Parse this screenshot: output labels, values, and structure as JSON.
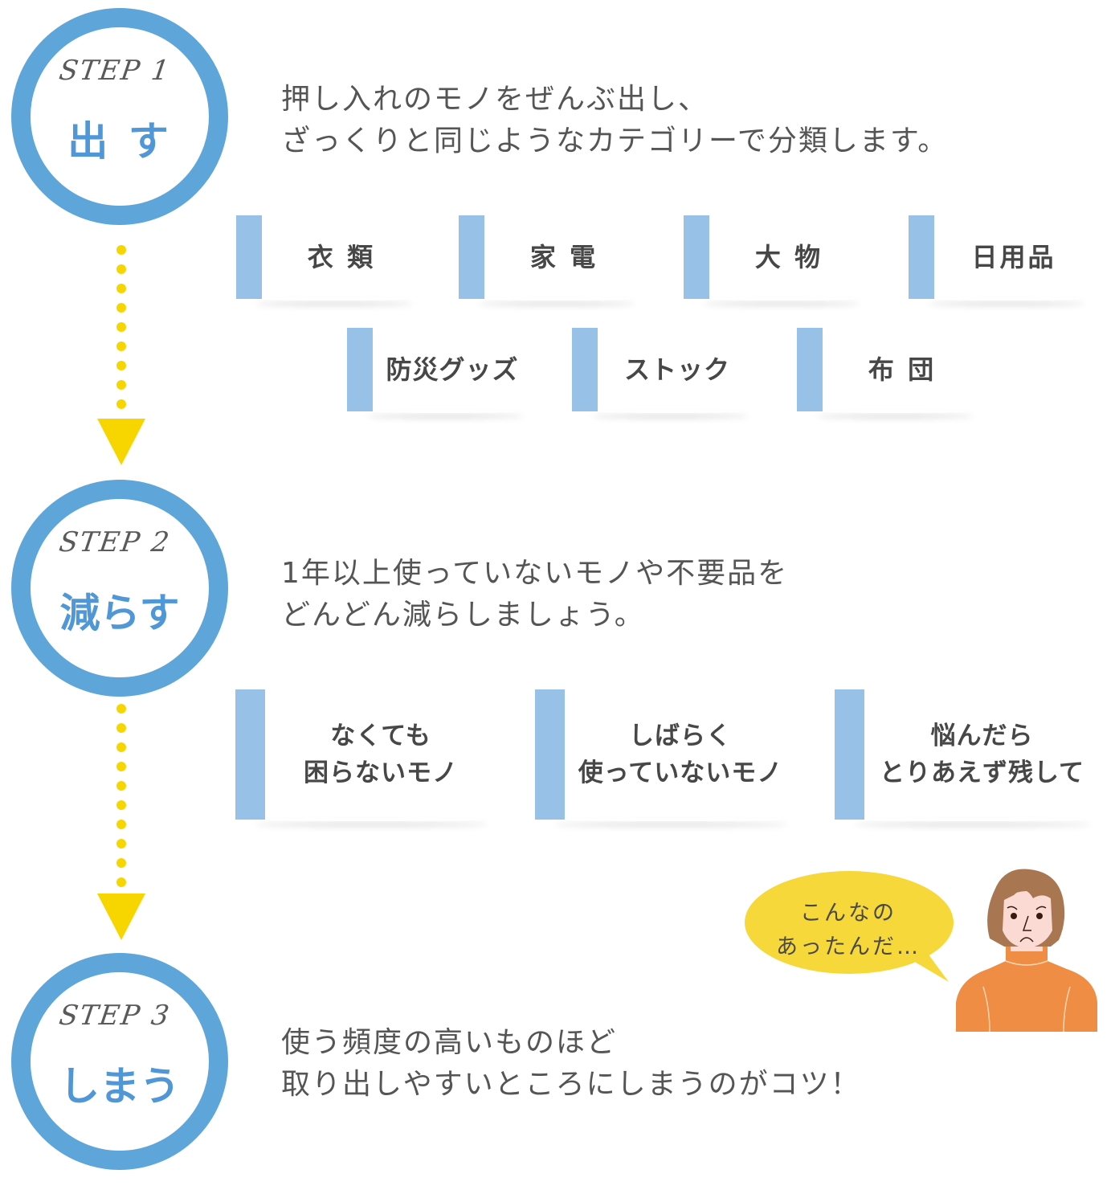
{
  "colors": {
    "circle_ring": "#5ea6da",
    "step_title": "#4f97d6",
    "connector": "#f7d600",
    "tag_bar": "#97c1e6",
    "bubble": "#f7d83a",
    "sweater": "#f08d45",
    "hair": "#a87650",
    "skin": "#fadad3"
  },
  "steps": [
    {
      "label": "STEP 1",
      "title": "出 す",
      "description": [
        "押し入れのモノをぜんぶ出し、",
        "ざっくりと同じようなカテゴリーで分類します。"
      ],
      "tags": [
        "衣 類",
        "家 電",
        "大 物",
        "日用品",
        "防災グッズ",
        "ストック",
        "布 団"
      ]
    },
    {
      "label": "STEP 2",
      "title": "減らす",
      "description": [
        "1年以上使っていないモノや不要品を",
        "どんどん減らしましょう。"
      ],
      "tags": [
        {
          "line1": "なくても",
          "line2": "困らないモノ"
        },
        {
          "line1": "しばらく",
          "line2": "使っていないモノ"
        },
        {
          "line1": "悩んだら",
          "line2": "とりあえず残して"
        }
      ]
    },
    {
      "label": "STEP 3",
      "title": "しまう",
      "description": [
        "使う頻度の高いものほど",
        "取り出しやすいところにしまうのがコツ！"
      ]
    }
  ],
  "speech_bubble": {
    "line1": "こんなの",
    "line2": "あったんだ…"
  },
  "icons": {
    "arrow": "down-arrow-icon",
    "person": "worried-woman-illustration"
  }
}
